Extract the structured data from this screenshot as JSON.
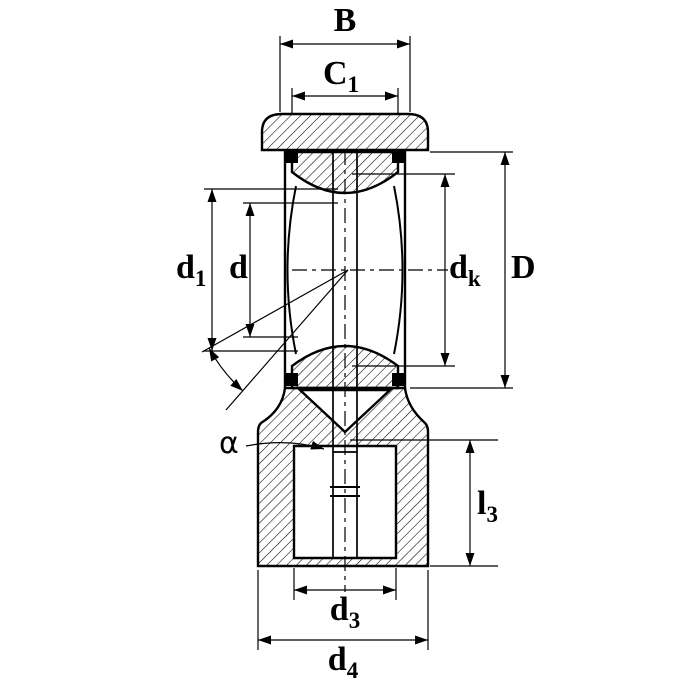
{
  "colors": {
    "line": "#000000",
    "background": "#ffffff"
  },
  "diagram": {
    "labels": {
      "B": {
        "base": "B",
        "sub": ""
      },
      "C1": {
        "base": "C",
        "sub": "1"
      },
      "d1": {
        "base": "d",
        "sub": "1"
      },
      "d": {
        "base": "d",
        "sub": ""
      },
      "dk": {
        "base": "d",
        "sub": "k"
      },
      "D": {
        "base": "D",
        "sub": ""
      },
      "alpha": {
        "base": "α",
        "sub": ""
      },
      "l3": {
        "base": "l",
        "sub": "3"
      },
      "d3": {
        "base": "d",
        "sub": "3"
      },
      "d4": {
        "base": "d",
        "sub": "4"
      }
    }
  }
}
